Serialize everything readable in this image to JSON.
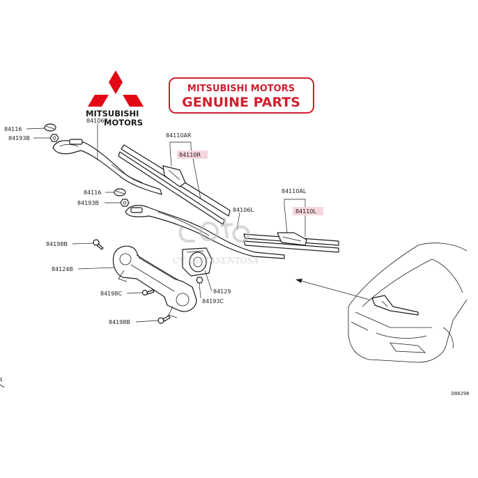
{
  "brand": {
    "name_line1": "MITSUBISHI",
    "name_line2": "MOTORS",
    "logo_color": "#e30613",
    "badge_line1": "MITSUBISHI MOTORS",
    "badge_line2": "GENUINE PARTS",
    "badge_color": "#d0202e"
  },
  "watermark": {
    "text": "CV. CIPTASENTOSA",
    "color": "#b9b9b9"
  },
  "callouts": {
    "c84116_a": "84116",
    "c84193B_a": "84193B",
    "c84106R": "84106R",
    "c84110AR": "84110AR",
    "c84110R": "84110R",
    "c84116_b": "84116",
    "c84193B_b": "84193B",
    "c84106L": "84106L",
    "c84110AL": "84110AL",
    "c84110L": "84110L",
    "c84198B_a": "84198B",
    "c84124B": "84124B",
    "c84198C": "84198C",
    "c84129": "84129",
    "c84193C": "84193C",
    "c84198B_b": "84198B"
  },
  "highlight_color": "#f6d6dc",
  "diagram_code": "D00298",
  "edge_mark": "R"
}
